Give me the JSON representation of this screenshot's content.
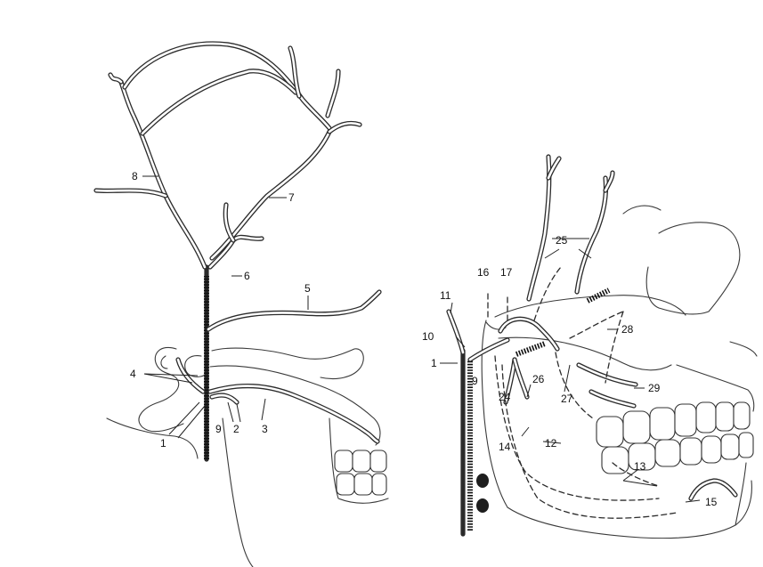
{
  "figure": {
    "left_labels": [
      "1",
      "2",
      "3",
      "4",
      "5",
      "6",
      "7",
      "8",
      "9"
    ],
    "right_labels": [
      "1",
      "9",
      "10",
      "11",
      "12",
      "13",
      "14",
      "15",
      "16",
      "17",
      "24",
      "25",
      "26",
      "27",
      "28",
      "29"
    ]
  },
  "colors": {
    "ink": "#2b2b2b",
    "paper": "#ffffff"
  }
}
